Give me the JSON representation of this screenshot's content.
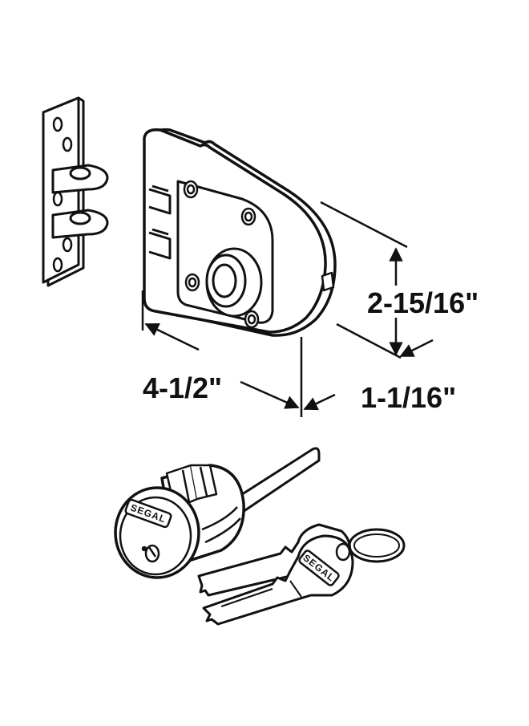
{
  "dimensions": {
    "width": "4-1/2\"",
    "height": "2-15/16\"",
    "depth": "1-1/16\""
  },
  "brand": {
    "cylinder_logo": "SEGAL",
    "key_logo": "SEGAL"
  },
  "colors": {
    "line": "#111111",
    "background": "#ffffff"
  }
}
